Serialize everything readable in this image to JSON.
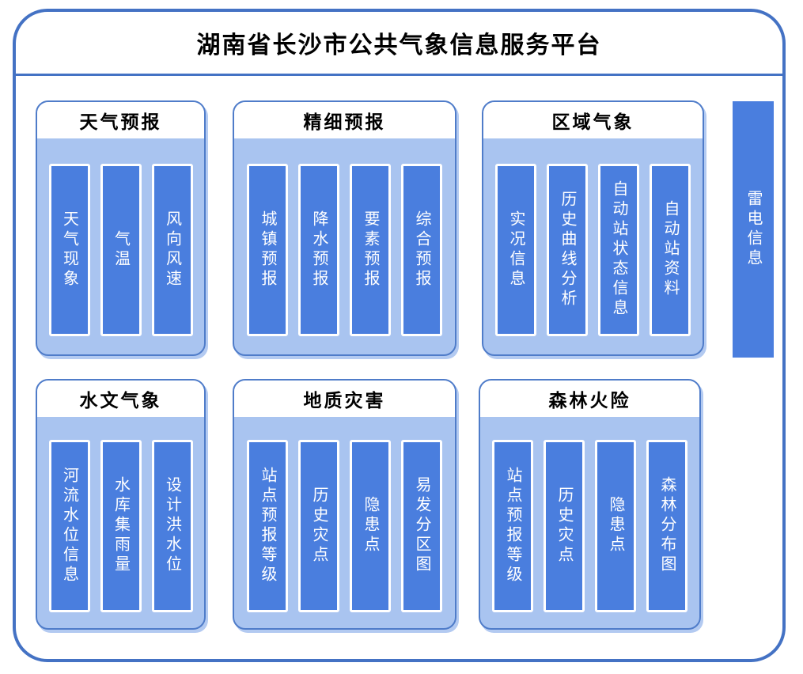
{
  "title": "湖南省长沙市公共气象信息服务平台",
  "panels": [
    {
      "title": "天气预报",
      "items": [
        "天气现象",
        "气温",
        "风向风速"
      ]
    },
    {
      "title": "精细预报",
      "items": [
        "城镇预报",
        "降水预报",
        "要素预报",
        "综合预报"
      ]
    },
    {
      "title": "区域气象",
      "items": [
        "实况信息",
        "历史曲线分析",
        "自动站状态信息",
        "自动站资料"
      ]
    },
    {
      "title": "水文气象",
      "items": [
        "河流水位信息",
        "水库集雨量",
        "设计洪水位"
      ]
    },
    {
      "title": "地质灾害",
      "items": [
        "站点预报等级",
        "历史灾点",
        "隐患点",
        "易发分区图"
      ]
    },
    {
      "title": "森林火险",
      "items": [
        "站点预报等级",
        "历史灾点",
        "隐患点",
        "森林分布图"
      ]
    }
  ],
  "sidebar": {
    "label": "雷电信息"
  },
  "colors": {
    "frame_border": "#4472C4",
    "panel_border": "#4F7CC9",
    "panel_fill": "#A9C4F0",
    "panel_shadow": "#B3CAF1",
    "bar_fill": "#4A7EDE",
    "bar_border": "#FFFFFF",
    "title_text": "#000000",
    "bar_text": "#FFFFFF"
  }
}
